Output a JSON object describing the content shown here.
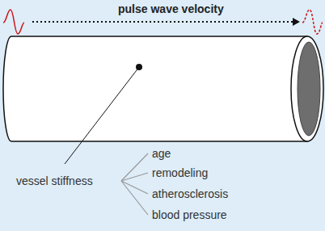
{
  "diagram": {
    "labels": [
      "pulse wave velocity",
      "vessel stiffness",
      "age",
      "remodeling",
      "atherosclerosis",
      "blood pressure"
    ]
  }
}
